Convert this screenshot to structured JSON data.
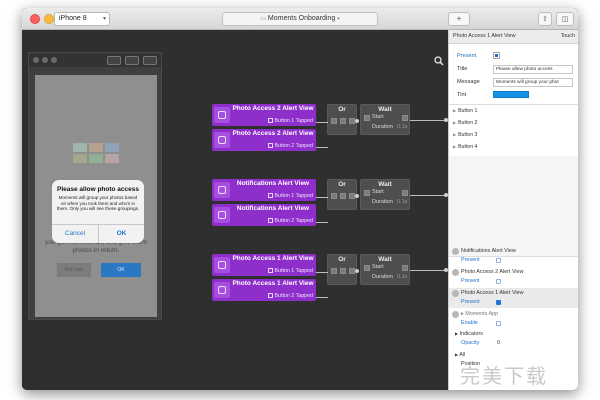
{
  "toolbar": {
    "device": "iPhone 8",
    "document_title": "Moments Onboarding",
    "add_icon": "plus-icon",
    "share_icon": "share-icon",
    "layout_icon": "layout-icon"
  },
  "preview": {
    "behind_text": "you get from friends, and give them photos in return.",
    "not_now": "Not now",
    "ok": "OK",
    "alert": {
      "title": "Please allow photo access",
      "message": "Moments will group your photos based on when you took them and who's in them. Only you will see these groupings.",
      "cancel": "Cancel",
      "ok": "OK"
    }
  },
  "graph": {
    "groups": [
      {
        "nodes": [
          {
            "title": "Photo Access 2 Alert View",
            "port": "Button 1 Tapped"
          },
          {
            "title": "Photo Access 2 Alert View",
            "port": "Button 2 Tapped"
          }
        ],
        "or": "Or",
        "wait": {
          "title": "Wait",
          "start": "Start",
          "duration_label": "Duration",
          "duration_value": "0.1s"
        }
      },
      {
        "nodes": [
          {
            "title": "Notifications Alert View",
            "port": "Button 1 Tapped"
          },
          {
            "title": "Notifications Alert View",
            "port": "Button 2 Tapped"
          }
        ],
        "or": "Or",
        "wait": {
          "title": "Wait",
          "start": "Start",
          "duration_label": "Duration",
          "duration_value": "0.1s"
        }
      },
      {
        "nodes": [
          {
            "title": "Photo Access 1 Alert View",
            "port": "Button 1 Tapped"
          },
          {
            "title": "Photo Access 1 Alert View",
            "port": "Button 2 Tapped"
          }
        ],
        "or": "Or",
        "wait": {
          "title": "Wait",
          "start": "Start",
          "duration_label": "Duration",
          "duration_value": "0.1s"
        }
      }
    ]
  },
  "inspector": {
    "header_title": "Photo Access 1 Alert View",
    "header_touch": "Touch",
    "present_label": "Present",
    "title_label": "Title",
    "title_value": "Please allow photo access",
    "message_label": "Message",
    "message_value": "Moments will group your phot",
    "tint_label": "Tint",
    "tint_color": "#1593e5",
    "buttons": [
      "Button 1",
      "Button 2",
      "Button 3",
      "Button 4"
    ],
    "layers": [
      {
        "title": "Notifications Alert View",
        "sub": "Present"
      },
      {
        "title": "Photo Access 2 Alert View",
        "sub": "Present"
      },
      {
        "title": "Photo Access 1 Alert View",
        "sub": "Present"
      },
      {
        "title": "▸ Moments App",
        "sub": "Enable"
      }
    ],
    "indicators": "Indicators",
    "opacity_label": "Opacity",
    "opacity_value": "0",
    "all_label": "All",
    "position_label": "Position"
  },
  "watermark": "完美下载"
}
